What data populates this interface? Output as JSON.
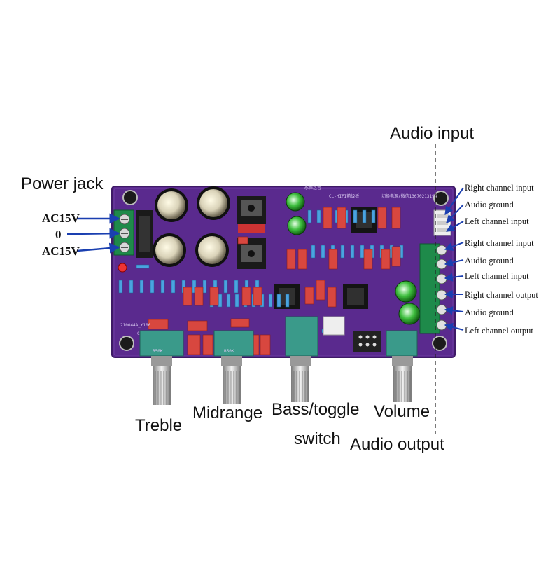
{
  "labels": {
    "power_jack": "Power jack",
    "ac15v_top": "AC15V",
    "zero": "0",
    "ac15v_bottom": "AC15V",
    "audio_input_title": "Audio input",
    "treble": "Treble",
    "midrange": "Midrange",
    "bass_line1": "Bass/toggle",
    "bass_line2": "switch",
    "volume": "Volume",
    "audio_output": "Audio output"
  },
  "connector_labels": [
    "Right channel input",
    "Audio ground",
    "Left channel input",
    "Right channel input",
    "Audio ground",
    "Left channel input",
    "Right channel output",
    "Audio ground",
    "Left channel output"
  ],
  "board": {
    "silk_title": "永恒之音",
    "silk_model": "CL-HIFI前级板",
    "silk_contact": "切换电源/微信13670213194",
    "silk_code": "210044A_Y106",
    "pot_value_treble": "B50K",
    "pot_value_mid": "B50K",
    "cap_label": "C31"
  },
  "colors": {
    "pcb": "#5a2a8e",
    "pcb_edge": "#3e1a66",
    "terminal": "#1e8a4a",
    "arrow": "#1a3fb0",
    "pot": "#3a9a8a"
  }
}
